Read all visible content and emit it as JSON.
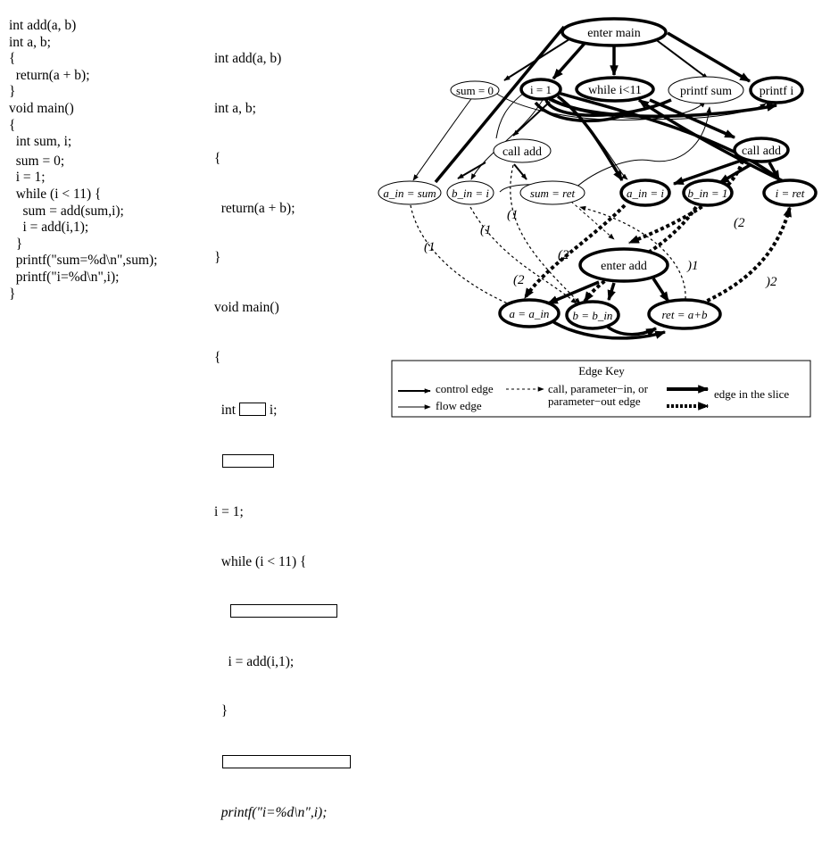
{
  "code_left": {
    "lines": [
      "int add(a, b)",
      "int a, b;",
      "{",
      "  return(a + b);",
      "}",
      "void main()",
      "{",
      "  int sum, i;",
      "  sum = 0;",
      "  i = 1;",
      "  while (i < 11) {",
      "    sum = add(sum,i);",
      "    i = add(i,1);",
      "  }",
      "  printf(\"sum=%d\\n\",sum);",
      "  printf(\"i=%d\\n\",i);",
      "}"
    ]
  },
  "code_right": {
    "lines": [
      "int add(a, b)",
      "int a, b;",
      "{",
      "  return(a + b);",
      "}",
      "void main()",
      "{",
      "i = 1;",
      "  while (i < 11) {",
      "    i = add(i,1);",
      "}"
    ],
    "int_prefix": "  int ",
    "int_suffix": " i;",
    "printf_i": "  printf(\"i=%d\\n\",i);"
  },
  "nodes": {
    "enter_main": "enter main",
    "sum_eq_0": "sum = 0",
    "i_eq_1": "i = 1",
    "while": "while i<11",
    "printf_sum": "printf sum",
    "printf_i": "printf i",
    "call_add_1": "call add",
    "call_add_2": "call add",
    "a_in_sum": "a_in = sum",
    "b_in_i": "b_in = i",
    "sum_ret": "sum = ret",
    "a_in_i": "a_in = i",
    "b_in_1": "b_in = 1",
    "i_ret": "i = ret",
    "enter_add": "enter add",
    "a_ain": "a = a_in",
    "b_bin": "b = b_in",
    "ret_ab": "ret = a+b"
  },
  "edge_labels": {
    "p1": "(1",
    "p2": "(1",
    "p3": "(1",
    "p4": "(2",
    "p5": "(2",
    "p6": "(2",
    "c1": ")1",
    "c2": ")2"
  },
  "key": {
    "title": "Edge Key",
    "control": "control edge",
    "flow": "flow edge",
    "call_line1": "call, parameter−in, or",
    "call_line2": "parameter−out edge",
    "slice": "edge in the slice"
  }
}
